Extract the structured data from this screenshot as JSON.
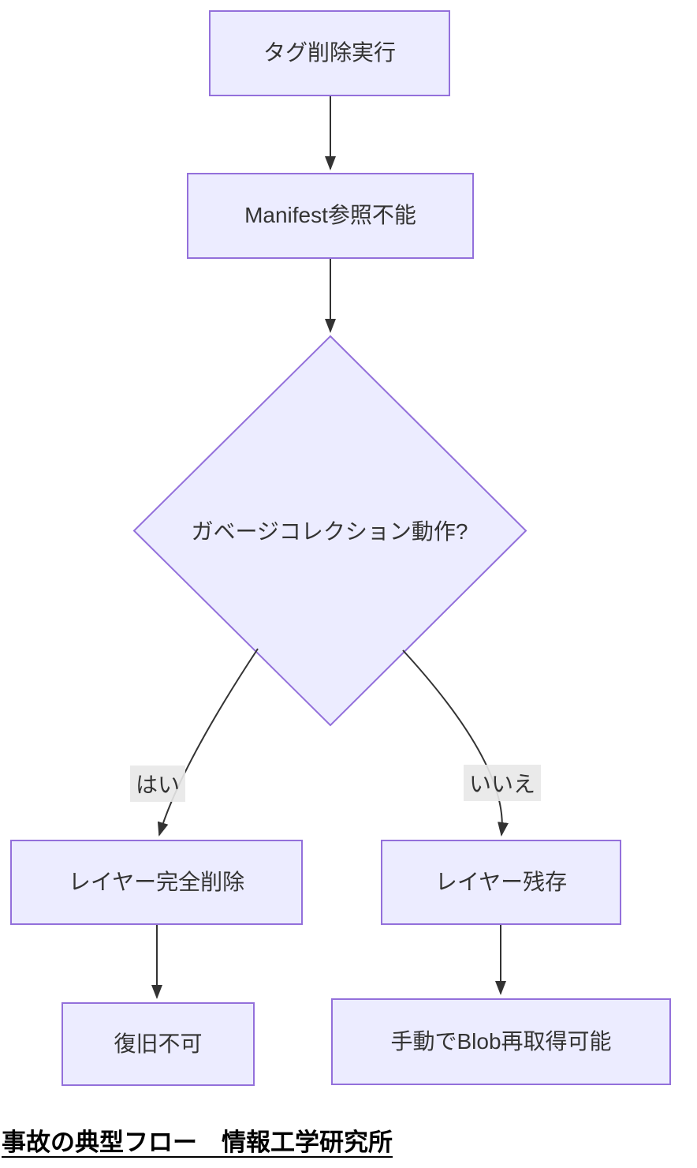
{
  "diagram": {
    "type": "flowchart",
    "direction": "top-down",
    "nodes": [
      {
        "id": "A",
        "shape": "rect",
        "label": "タグ削除実行"
      },
      {
        "id": "B",
        "shape": "rect",
        "label": "Manifest参照不能"
      },
      {
        "id": "C",
        "shape": "diamond",
        "label": "ガベージコレクション動作?"
      },
      {
        "id": "D",
        "shape": "rect",
        "label": "レイヤー完全削除"
      },
      {
        "id": "E",
        "shape": "rect",
        "label": "レイヤー残存"
      },
      {
        "id": "F",
        "shape": "rect",
        "label": "復旧不可"
      },
      {
        "id": "G",
        "shape": "rect",
        "label": "手動でBlob再取得可能"
      }
    ],
    "edges": [
      {
        "from": "A",
        "to": "B",
        "label": ""
      },
      {
        "from": "B",
        "to": "C",
        "label": ""
      },
      {
        "from": "C",
        "to": "D",
        "label": "はい"
      },
      {
        "from": "C",
        "to": "E",
        "label": "いいえ"
      },
      {
        "from": "D",
        "to": "F",
        "label": ""
      },
      {
        "from": "E",
        "to": "G",
        "label": ""
      }
    ],
    "caption": "事故の典型フロー　情報工学研究所",
    "colors": {
      "node_fill": "#ECECFF",
      "node_border": "#9370DB",
      "edge_line": "#333333",
      "edge_label_bg": "#e8e8e8",
      "node_text": "#333333",
      "caption_text": "#000000",
      "background": "#ffffff"
    }
  }
}
